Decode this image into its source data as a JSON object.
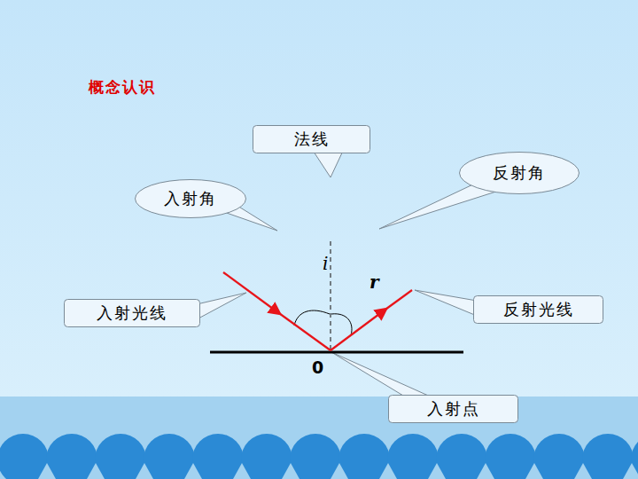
{
  "diagram": {
    "title": "概念认识",
    "nodes": [
      {
        "text": [
          "法线"
        ]
      },
      {
        "text": [
          "反射角"
        ]
      },
      {
        "text": [
          "入射角"
        ]
      },
      {
        "text": [
          "入射光线"
        ]
      },
      {
        "text": [
          "反射光线"
        ]
      },
      {
        "text": [
          "入射点"
        ]
      }
    ],
    "labels": [
      "i",
      "r",
      "0"
    ]
  }
}
